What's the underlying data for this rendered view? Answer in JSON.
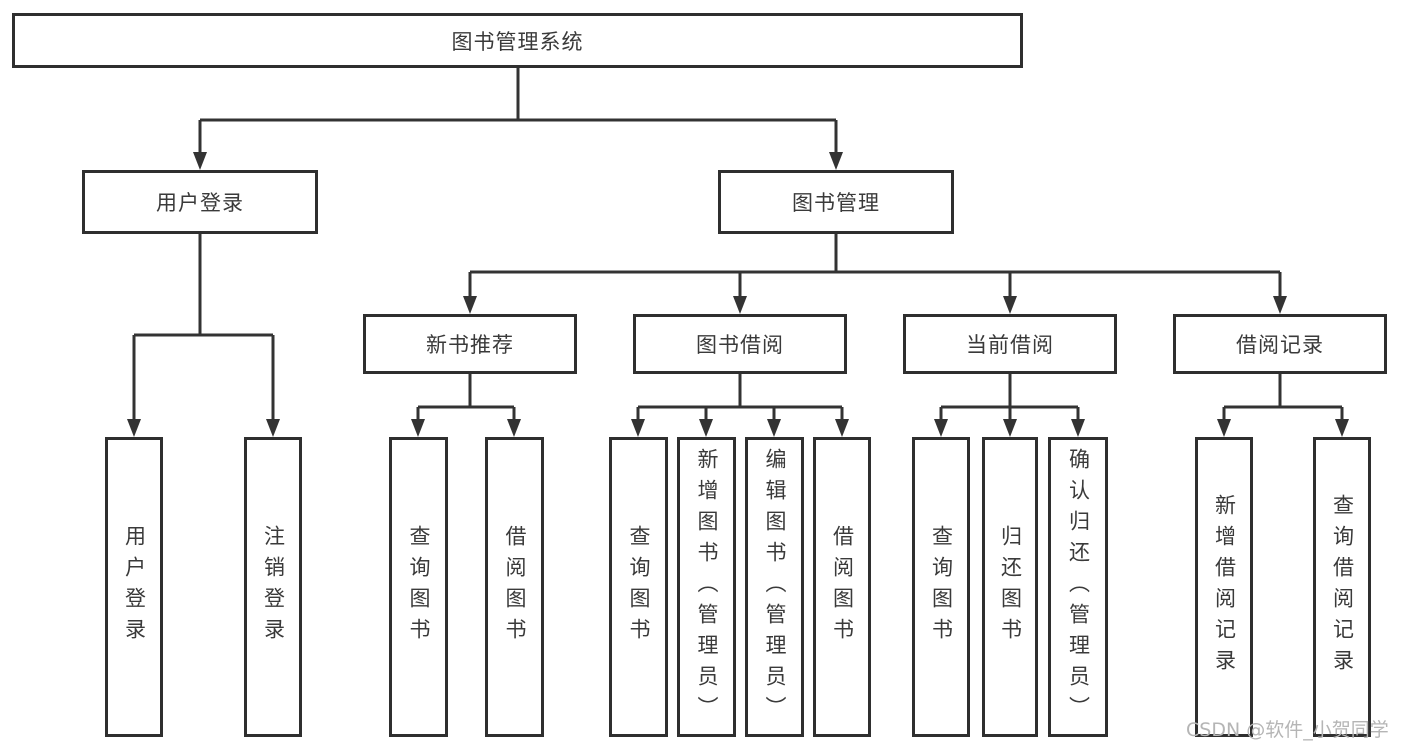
{
  "diagram": {
    "title": "图书管理系统",
    "level2": {
      "user_login": "用户登录",
      "book_mgmt": "图书管理"
    },
    "level3": {
      "new_books": "新书推荐",
      "book_borrow": "图书借阅",
      "current_borrow": "当前借阅",
      "borrow_records": "借阅记录"
    },
    "leaves": {
      "user_login": "用户登录",
      "logout": "注销登录",
      "nb_query": "查询图书",
      "nb_borrow": "借阅图书",
      "bb_query": "查询图书",
      "bb_add": "新增图书（管理员）",
      "bb_edit": "编辑图书（管理员）",
      "bb_borrow": "借阅图书",
      "cb_query": "查询图书",
      "cb_return": "归还图书",
      "cb_confirm": "确认归还（管理员）",
      "br_add": "新增借阅记录",
      "br_query": "查询借阅记录"
    }
  },
  "watermark": "CSDN @软件_小贺同学",
  "colors": {
    "line": "#333333",
    "box_border": "#2f2f2f",
    "text": "#3a3a3a",
    "watermark_text": "#b5b5b5",
    "background": "#ffffff"
  }
}
